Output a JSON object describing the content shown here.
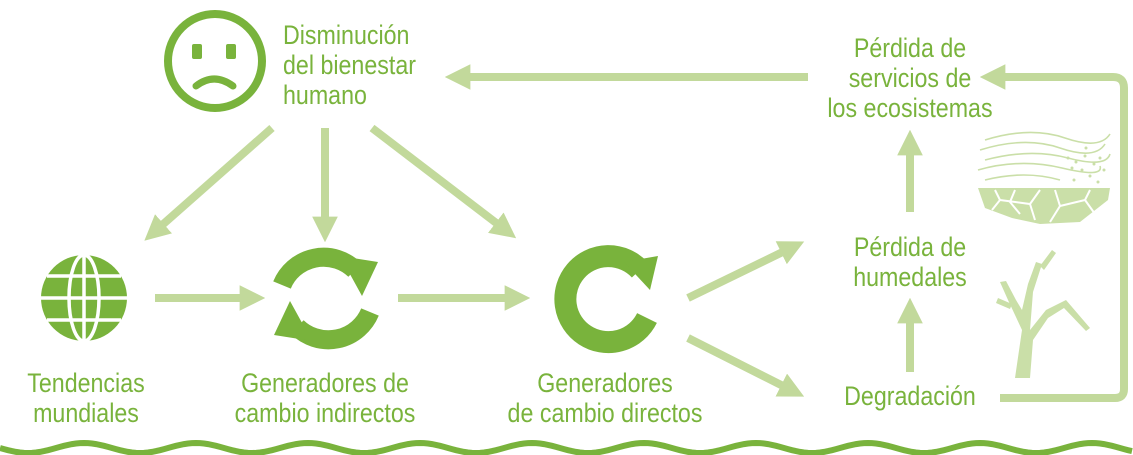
{
  "colors": {
    "accent": "#79b33c",
    "connector": "#c2d99b",
    "illustration": "#cadfa8"
  },
  "nodes": {
    "wellbeing": {
      "label": "Disminución\ndel bienestar\nhumano",
      "icon": "sad-face-icon"
    },
    "global_trends": {
      "label": "Tendencias\nmundiales",
      "icon": "globe-icon"
    },
    "indirect_drivers": {
      "label": "Generadores de\ncambio indirectos",
      "icon": "double-cycle-arrows-icon"
    },
    "direct_drivers": {
      "label": "Generadores\nde cambio directos",
      "icon": "single-cycle-arrow-icon"
    },
    "wetland_loss": {
      "label": "Pérdida de\nhumedales"
    },
    "degradation": {
      "label": "Degradación"
    },
    "services_loss": {
      "label": "Pérdida de\nservicios de\nlos ecosistemas"
    }
  },
  "illustrations": [
    "dry-land-wind-icon",
    "dead-tree-icon"
  ],
  "footer": {
    "decoration": "wave-line"
  }
}
